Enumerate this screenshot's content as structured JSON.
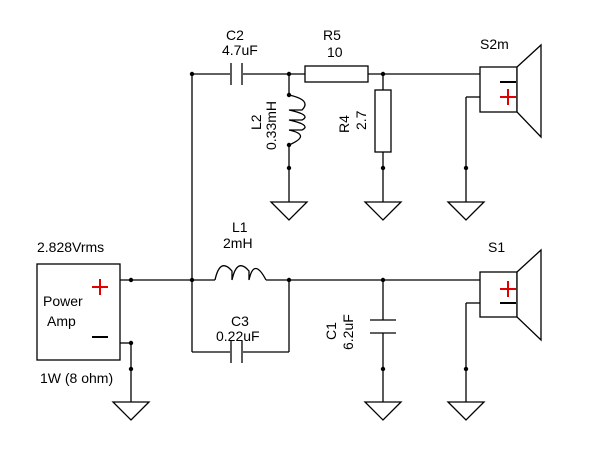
{
  "colors": {
    "background": "#ffffff",
    "line": "#000000",
    "polarity_plus": "#e00000"
  },
  "source": {
    "voltage": "2.828Vrms",
    "label_line1": "Power",
    "label_line2": "Amp",
    "rating": "1W (8 ohm)"
  },
  "components": {
    "c2": {
      "ref": "C2",
      "value": "4.7uF"
    },
    "r5": {
      "ref": "R5",
      "value": "10"
    },
    "l2": {
      "ref": "L2",
      "value": "0.33mH"
    },
    "r4": {
      "ref": "R4",
      "value": "2.7"
    },
    "l1": {
      "ref": "L1",
      "value": "2mH"
    },
    "c3": {
      "ref": "C3",
      "value": "0.22uF"
    },
    "c1": {
      "ref": "C1",
      "value": "6.2uF"
    }
  },
  "speakers": {
    "s2m": {
      "ref": "S2m"
    },
    "s1": {
      "ref": "S1"
    }
  },
  "icons": [
    "ground-icon",
    "speaker-icon",
    "inductor-icon",
    "capacitor-icon",
    "resistor-icon"
  ]
}
